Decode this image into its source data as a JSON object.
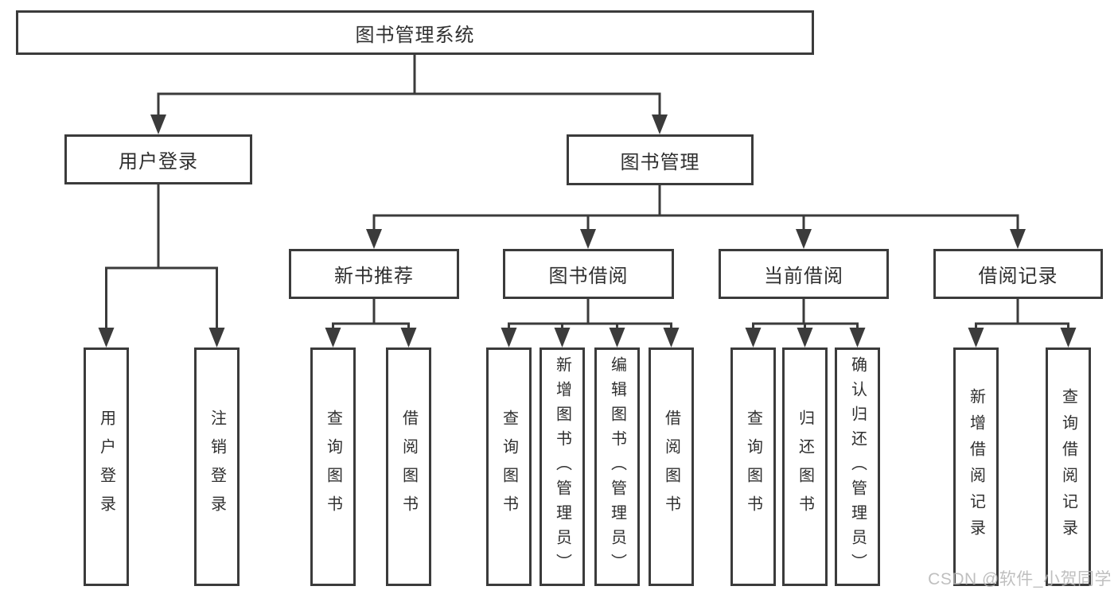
{
  "diagram": {
    "tree": {
      "label": "图书管理系统",
      "children": [
        {
          "label": "用户登录",
          "children": [
            {
              "label": "用户登录"
            },
            {
              "label": "注销登录"
            }
          ]
        },
        {
          "label": "图书管理",
          "children": [
            {
              "label": "新书推荐",
              "children": [
                {
                  "label": "查询图书"
                },
                {
                  "label": "借阅图书"
                }
              ]
            },
            {
              "label": "图书借阅",
              "children": [
                {
                  "label": "查询图书"
                },
                {
                  "label": "新增图书（管理员）"
                },
                {
                  "label": "编辑图书（管理员）"
                },
                {
                  "label": "借阅图书"
                }
              ]
            },
            {
              "label": "当前借阅",
              "children": [
                {
                  "label": "查询图书"
                },
                {
                  "label": "归还图书"
                },
                {
                  "label": "确认归还（管理员）"
                }
              ]
            },
            {
              "label": "借阅记录",
              "children": [
                {
                  "label": "新增借阅记录"
                },
                {
                  "label": "查询借阅记录"
                }
              ]
            }
          ]
        }
      ]
    }
  },
  "watermark": {
    "text": "CSDN @软件_小贺同学"
  },
  "colors": {
    "line": "#3b3b3b",
    "text": "#2f2f2f",
    "box_background": "#ffffff",
    "watermark": "#b5b5b5"
  }
}
